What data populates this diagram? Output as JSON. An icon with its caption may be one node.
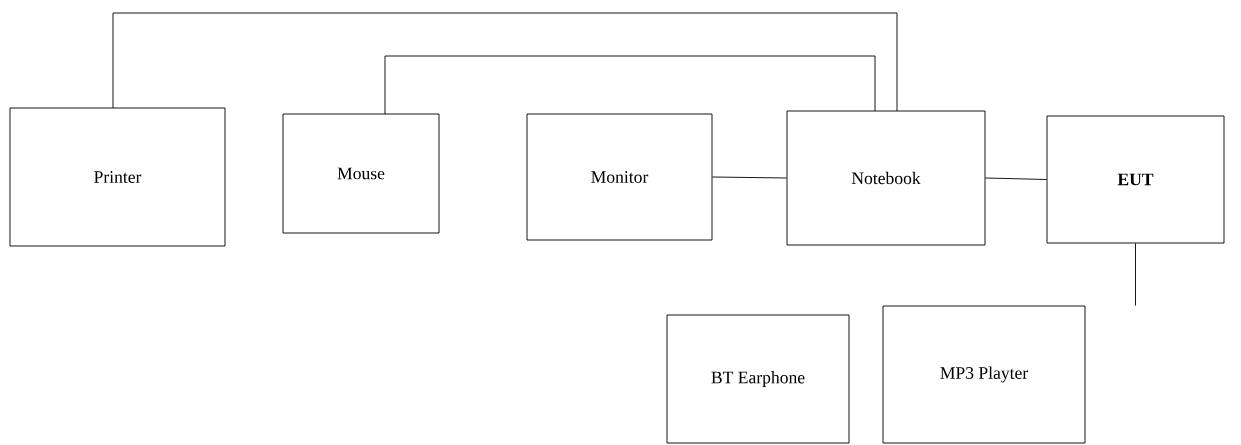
{
  "diagram": {
    "nodes": [
      {
        "text": [
          "Printer"
        ]
      },
      {
        "text": [
          "Mouse"
        ]
      },
      {
        "text": [
          "Monitor"
        ]
      },
      {
        "text": [
          "Notebook"
        ]
      },
      {
        "text": [
          "EUT"
        ]
      },
      {
        "text": [
          "BT Earphone"
        ]
      },
      {
        "text": [
          "MP3 Playter"
        ]
      }
    ],
    "edges": [
      {
        "from": 0,
        "to": 3,
        "arrow": "none"
      },
      {
        "from": 1,
        "to": 3,
        "arrow": "none"
      },
      {
        "from": 2,
        "to": 3,
        "arrow": "none"
      },
      {
        "from": 3,
        "to": 4,
        "arrow": "none"
      },
      {
        "from": 4,
        "to": 6,
        "arrow": "none"
      }
    ]
  }
}
